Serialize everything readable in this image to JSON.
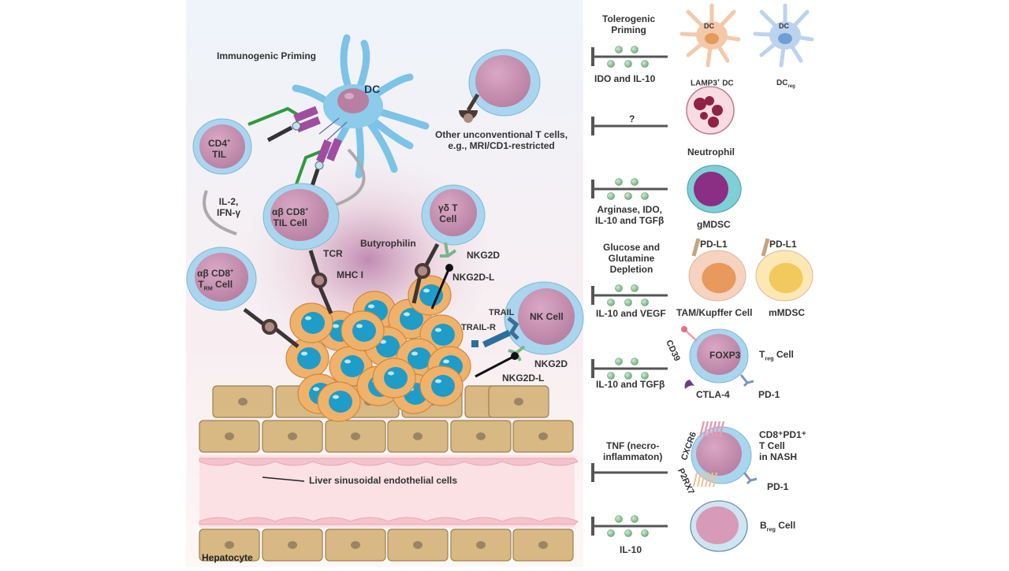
{
  "left_panel": {
    "title": "Immunogenic Priming",
    "dc_label": "DC",
    "cd4_cell": {
      "line1": "CD4",
      "sup": "+",
      "line2": "TIL"
    },
    "cytokines": {
      "line1": "IL-2,",
      "line2": "IFN-γ"
    },
    "cd8_til": {
      "line1": "αβ CD8",
      "sup": "+",
      "line2": "TIL Cell"
    },
    "cd8_trm": {
      "line1": "αβ CD8",
      "sup": "+",
      "line2_main": "T",
      "line2_sub": "RM",
      "line2_rest": " Cell"
    },
    "tcr_label": "TCR",
    "mhc_label": "MHC I",
    "butyrophilin_label": "Butyrophilin",
    "gd_cell": {
      "line1": "γδ T",
      "line2": "Cell"
    },
    "unconventional": {
      "line1": "Other unconventional T cells,",
      "line2": "e.g., MRI/CD1-restricted"
    },
    "nkg2d_top": "NKG2D",
    "nkg2dl_top": "NKG2D-L",
    "nk_cell": "NK Cell",
    "trail": "TRAIL",
    "trail_r": "TRAIL-R",
    "nkg2d_bottom": "NKG2D",
    "nkg2dl_bottom": "NKG2D-L",
    "lsec_label": "Liver sinusoidal endothelial cells",
    "hepatocyte_label": "Hepatocyte"
  },
  "right_panel": {
    "rows": [
      {
        "id": "tolerogenic",
        "header": [
          "Tolerogenic",
          "Priming"
        ],
        "mediator": [
          "IDO and IL-10"
        ],
        "dots": true,
        "cells": [
          {
            "name": "LAMP3",
            "sup": "+",
            "rest": " DC",
            "inner": "DC"
          },
          {
            "name": "DC",
            "sub": "reg",
            "inner": "DC"
          }
        ]
      },
      {
        "id": "neutrophil",
        "mediator_top": "?",
        "dots": false,
        "cells": [
          {
            "name": "Neutrophil"
          }
        ]
      },
      {
        "id": "gmdsc",
        "mediator": [
          "Arginase, IDO,",
          "IL-10 and TGFβ"
        ],
        "dots": true,
        "cells": [
          {
            "name": "gMDSC"
          }
        ]
      },
      {
        "id": "tam",
        "header": [
          "Glucose and",
          "Glutamine",
          "Depletion"
        ],
        "mediator": [
          "IL-10 and VEGF"
        ],
        "dots": true,
        "cells": [
          {
            "name": "TAM/Kupffer Cell",
            "marker": "PD-L1"
          },
          {
            "name": "mMDSC",
            "marker": "PD-L1"
          }
        ]
      },
      {
        "id": "treg",
        "mediator": [
          "IL-10 and TGFβ"
        ],
        "dots": true,
        "cells": [
          {
            "name_main": "T",
            "sub": "reg",
            "rest": " Cell",
            "inner": "FOXP3",
            "markers": [
              "CD39",
              "CTLA-4",
              "PD-1"
            ]
          }
        ]
      },
      {
        "id": "nash",
        "mediator_top_lines": [
          "TNF (necro-",
          "inflammaton)"
        ],
        "dots": false,
        "cells": [
          {
            "lines": [
              "CD8⁺PD1⁺",
              "T Cell",
              "in NASH"
            ],
            "markers": [
              "CXCR6",
              "P2RX7",
              "PD-1"
            ]
          }
        ]
      },
      {
        "id": "breg",
        "mediator": [
          "IL-10"
        ],
        "dots": true,
        "cells": [
          {
            "name_main": "B",
            "sub": "reg",
            "rest": " Cell"
          }
        ]
      }
    ]
  },
  "colors": {
    "cell_membrane": "#9fd0ea",
    "cell_nucleus": "#c98fb0",
    "dc_blue": "#7cc3e6",
    "tumor_orange": "#f0b26a",
    "tumor_nucleus": "#1f9cc7",
    "hepatocyte": "#d8b983",
    "sinusoid": "#fbe1e4",
    "inhibit_bar": "#555555",
    "cytokine_dot": "#8fc79a",
    "mhc_green": "#2e9a3e",
    "mhc_purple": "#a04ca0"
  }
}
